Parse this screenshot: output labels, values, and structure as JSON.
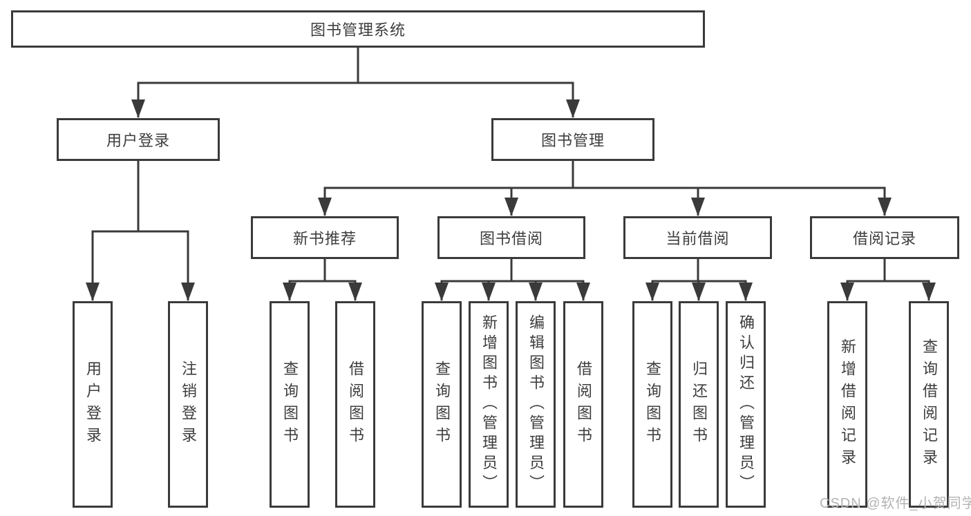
{
  "diagram": {
    "type": "tree",
    "title": "图书管理系统",
    "nodes": {
      "root": {
        "label": "图书管理系统"
      },
      "user_login": {
        "label": "用户登录"
      },
      "book_mgmt": {
        "label": "图书管理"
      },
      "new_book_rec": {
        "label": "新书推荐"
      },
      "book_borrow": {
        "label": "图书借阅"
      },
      "current_borrow": {
        "label": "当前借阅"
      },
      "borrow_records": {
        "label": "借阅记录"
      },
      "leaf_user_login": {
        "label": "用户登录"
      },
      "leaf_logout": {
        "label": "注销登录"
      },
      "leaf_query_books_newrec": {
        "label": "查询图书"
      },
      "leaf_borrow_books_newrec": {
        "label": "借阅图书"
      },
      "leaf_query_books_borrow": {
        "label": "查询图书"
      },
      "leaf_add_books": {
        "label": "新增图书（管理员）"
      },
      "leaf_edit_books": {
        "label": "编辑图书（管理员）"
      },
      "leaf_borrow_books_borrow": {
        "label": "借阅图书"
      },
      "leaf_query_books_current": {
        "label": "查询图书"
      },
      "leaf_return_books": {
        "label": "归还图书"
      },
      "leaf_confirm_return": {
        "label": "确认归还（管理员）"
      },
      "leaf_add_borrow_record": {
        "label": "新增借阅记录"
      },
      "leaf_query_borrow_record": {
        "label": "查询借阅记录"
      }
    },
    "hierarchy": {
      "root": [
        "user_login",
        "book_mgmt"
      ],
      "user_login": [
        "leaf_user_login",
        "leaf_logout"
      ],
      "book_mgmt": [
        "new_book_rec",
        "book_borrow",
        "current_borrow",
        "borrow_records"
      ],
      "new_book_rec": [
        "leaf_query_books_newrec",
        "leaf_borrow_books_newrec"
      ],
      "book_borrow": [
        "leaf_query_books_borrow",
        "leaf_add_books",
        "leaf_edit_books",
        "leaf_borrow_books_borrow"
      ],
      "current_borrow": [
        "leaf_query_books_current",
        "leaf_return_books",
        "leaf_confirm_return"
      ],
      "borrow_records": [
        "leaf_add_borrow_record",
        "leaf_query_borrow_record"
      ]
    },
    "colors": {
      "line": "#3a3a3a",
      "text": "#3d3d3d",
      "background": "#ffffff",
      "watermark": "#b3b3b3"
    }
  },
  "watermark": {
    "text": "CSDN @软件_小贺同学"
  }
}
